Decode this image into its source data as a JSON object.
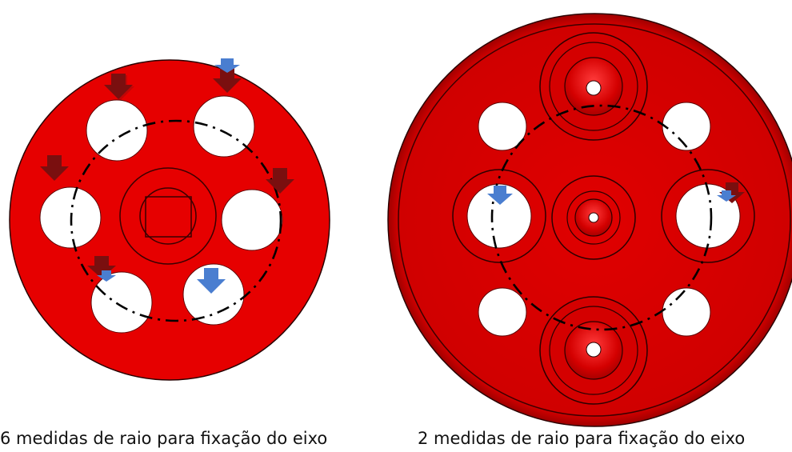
{
  "colors": {
    "disc_red": "#e60000",
    "disc_red_dark": "#c40000",
    "outline": "#1a0000",
    "hole": "#ffffff",
    "arrow_dark": "#7a0f0f",
    "arrow_blue": "#4a7ed0",
    "pitch_line": "#000000",
    "caption_text": "#111111"
  },
  "icons": [
    "arrow-down-dark-icon",
    "arrow-down-blue-icon"
  ],
  "left_part": {
    "caption": "6 medidas de raio para fixação do eixo",
    "hole_count": 6
  },
  "right_part": {
    "caption": "2 medidas de raio para fixação do eixo",
    "hole_count": 6
  }
}
